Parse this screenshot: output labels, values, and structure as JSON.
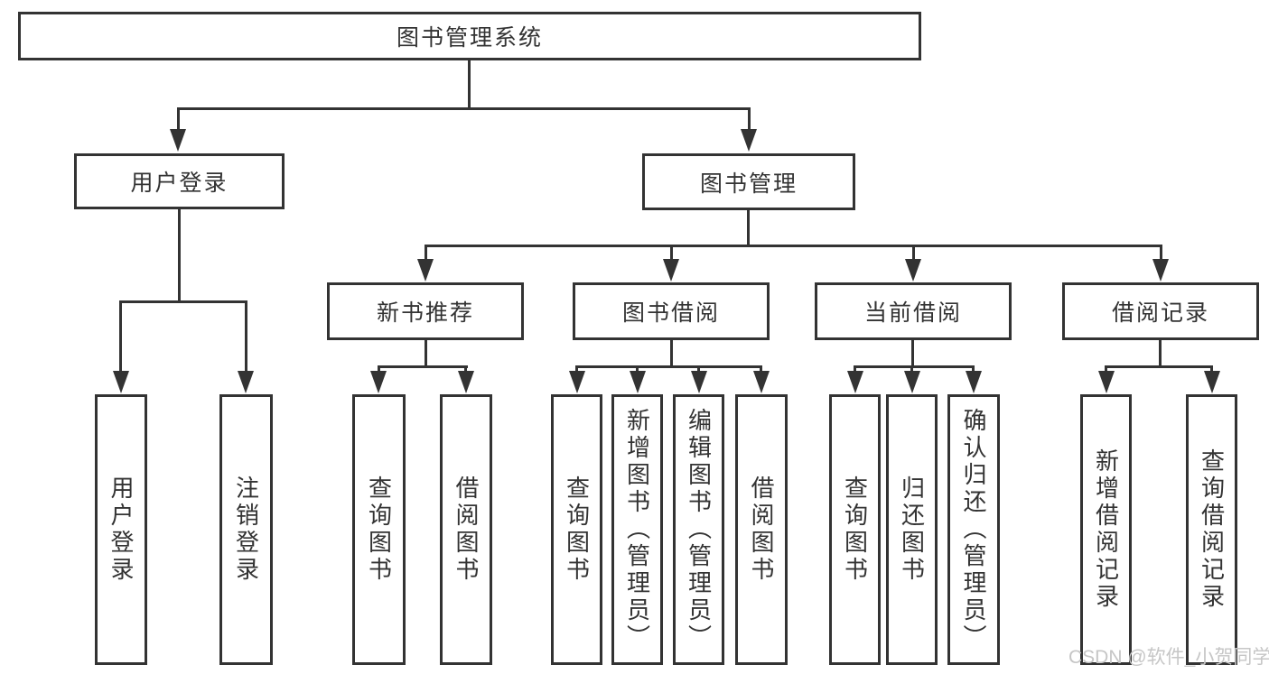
{
  "colors": {
    "line": "#333333",
    "text": "#333333",
    "watermark": "#c6c6c6",
    "background": "#ffffff"
  },
  "tree": {
    "label": "图书管理系统",
    "children": [
      {
        "label": "用户登录",
        "children": [
          {
            "label": "用户登录"
          },
          {
            "label": "注销登录"
          }
        ]
      },
      {
        "label": "图书管理",
        "children": [
          {
            "label": "新书推荐",
            "children": [
              {
                "label": "查询图书"
              },
              {
                "label": "借阅图书"
              }
            ]
          },
          {
            "label": "图书借阅",
            "children": [
              {
                "label": "查询图书"
              },
              {
                "label": "新增图书（管理员）"
              },
              {
                "label": "编辑图书（管理员）"
              },
              {
                "label": "借阅图书"
              }
            ]
          },
          {
            "label": "当前借阅",
            "children": [
              {
                "label": "查询图书"
              },
              {
                "label": "归还图书"
              },
              {
                "label": "确认归还（管理员）"
              }
            ]
          },
          {
            "label": "借阅记录",
            "children": [
              {
                "label": "新增借阅记录"
              },
              {
                "label": "查询借阅记录"
              }
            ]
          }
        ]
      }
    ]
  },
  "watermark": {
    "text": "CSDN @软件_小贺同学"
  }
}
